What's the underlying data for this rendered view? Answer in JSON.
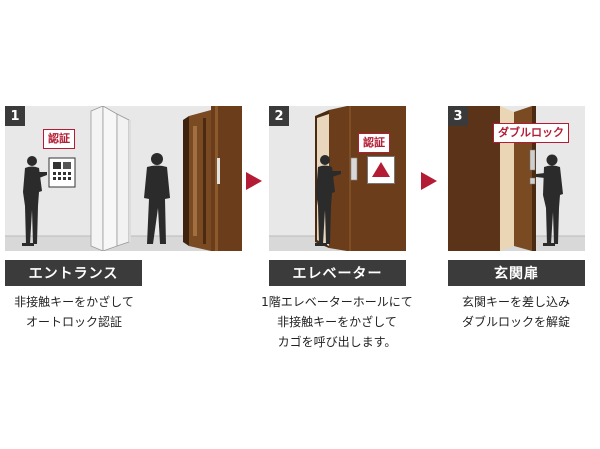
{
  "steps": [
    {
      "number": "1",
      "title": "エントランス",
      "description": [
        "非接触キーをかざして",
        "オートロック認証"
      ],
      "tag": "認証"
    },
    {
      "number": "2",
      "title": "エレベーター",
      "description": [
        "1階エレベーターホールにて",
        "非接触キーをかざして",
        "カゴを呼び出します。"
      ],
      "tag": "認証"
    },
    {
      "number": "3",
      "title": "玄関扉",
      "description": [
        "玄関キーを差し込み",
        "ダブルロックを解錠"
      ],
      "tag": "ダブルロック"
    }
  ],
  "colors": {
    "accent": "#b31c34",
    "bar": "#3b3b3b",
    "door": "#6b3d1a",
    "wall": "#e6e6e6"
  }
}
